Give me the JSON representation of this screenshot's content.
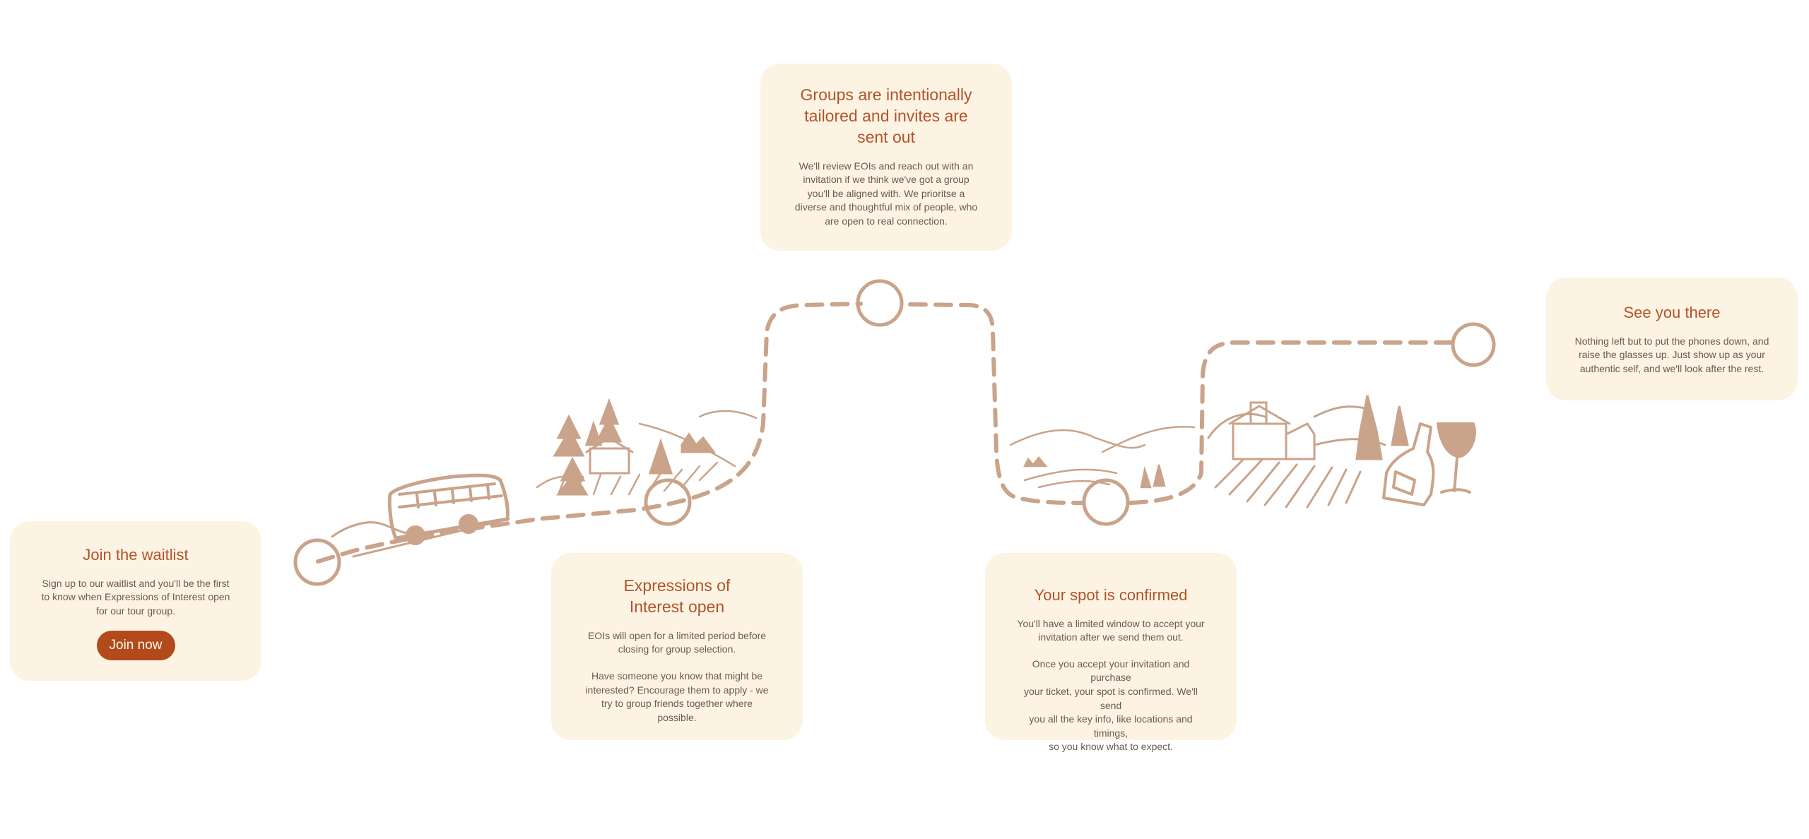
{
  "steps": [
    {
      "title": "Join the waitlist",
      "paragraphs": [
        "Sign up to our waitlist and you'll be the first\nto know when Expressions of Interest open\nfor our tour group."
      ],
      "button_label": "Join now"
    },
    {
      "title": "Expressions of\nInterest open",
      "paragraphs": [
        "EOIs will open for a limited period before\nclosing for group selection.",
        "Have someone you know that might be\ninterested? Encourage them to apply - we\ntry to group friends together where\npossible."
      ]
    },
    {
      "title": "Groups are intentionally\ntailored and invites are\nsent out",
      "paragraphs": [
        "We'll review EOIs and reach out with an\ninvitation if we think we've got a group\nyou'll be aligned with. We prioritse a\ndiverse and thoughtful mix of people, who\nare open to real connection."
      ]
    },
    {
      "title": "Your spot is confirmed",
      "paragraphs": [
        "You'll have a limited window to accept your\ninvitation after we send them out.",
        "Once you accept your invitation and purchase\nyour ticket, your spot is confirmed. We'll send\nyou all the key info, like locations and timings,\nso you know what to expect."
      ]
    },
    {
      "title": "See you there",
      "paragraphs": [
        "Nothing left but to put the phones down, and\nraise the glasses up. Just show up as your\nauthentic self, and we'll look after the rest."
      ]
    }
  ],
  "illustrations": [
    "bus-icon",
    "countryside-farm-icon",
    "hills-icon",
    "vineyard-villa-icon",
    "wine-bottle-glass-icon"
  ],
  "colors": {
    "card_background": "#fdf3e3",
    "heading": "#b2532b",
    "body_text": "#6b5a50",
    "button": "#b34a1c",
    "route": "#c9a38a"
  }
}
